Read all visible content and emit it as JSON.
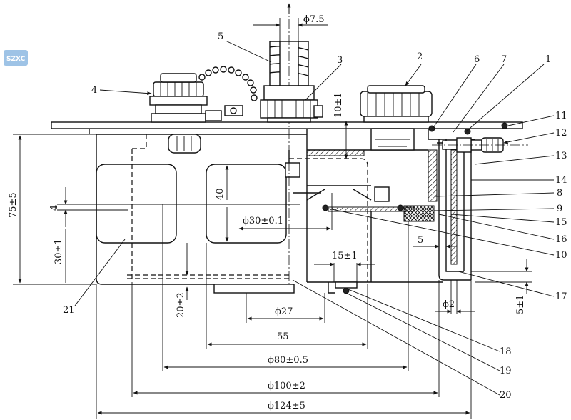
{
  "logo": "SZXC",
  "callouts": [
    "1",
    "2",
    "3",
    "4",
    "5",
    "6",
    "7",
    "8",
    "9",
    "10",
    "11",
    "12",
    "13",
    "14",
    "15",
    "16",
    "17",
    "18",
    "19",
    "20",
    "21"
  ],
  "dims": {
    "d7_5": "ϕ7.5",
    "h10": "10±1",
    "h75": "75±5",
    "h4": "4",
    "h30": "30±1",
    "h40": "40",
    "d30": "ϕ30±0.1",
    "w15": "15±1",
    "w5": "5",
    "h20": "20±2",
    "d27": "ϕ27",
    "d2": "ϕ2",
    "h5": "5±1",
    "w55": "55",
    "d80": "ϕ80±0.5",
    "d100": "ϕ100±2",
    "d124": "ϕ124±5"
  }
}
